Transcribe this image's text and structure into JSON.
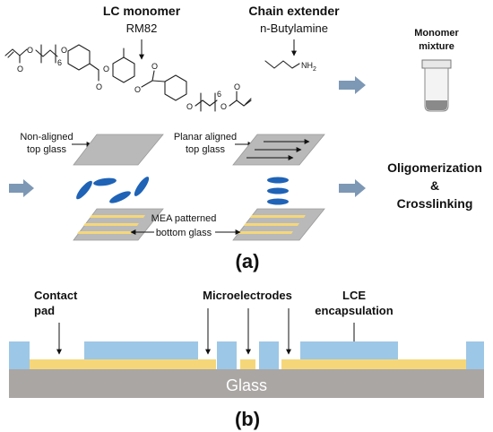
{
  "panel_a": {
    "lc_monomer": {
      "title": "LC monomer",
      "name": "RM82"
    },
    "chain_extender": {
      "title": "Chain extender",
      "name": "n-Butylamine",
      "nh2_label": "NH",
      "nh2_subscript": "2"
    },
    "monomer_mixture": {
      "line1": "Monomer",
      "line2": "mixture"
    },
    "subscript_6": "6",
    "atom_o": "O",
    "non_aligned": {
      "line1": "Non-aligned",
      "line2": "top glass"
    },
    "planar_aligned": {
      "line1": "Planar aligned",
      "line2": "top glass"
    },
    "mea": {
      "line1": "MEA patterned",
      "line2": "bottom glass"
    },
    "oligo": {
      "line1": "Oligomerization",
      "line2": "&",
      "line3": "Crosslinking"
    },
    "label": "(a)"
  },
  "panel_b": {
    "contact_pad": {
      "line1": "Contact",
      "line2": "pad"
    },
    "microelectrodes": "Microelectrodes",
    "lce": {
      "line1": "LCE",
      "line2": "encapsulation"
    },
    "glass": "Glass",
    "label": "(b)"
  },
  "colors": {
    "glass_plate": "#b9b9b9",
    "glass_substrate": "#aaa6a4",
    "electrode": "#f5d77a",
    "lce": "#9dc7e6",
    "lc_molecule": "#1f63b7",
    "process_arrow": "#7d98b5",
    "vial_liquid": "#8a8a8a"
  }
}
